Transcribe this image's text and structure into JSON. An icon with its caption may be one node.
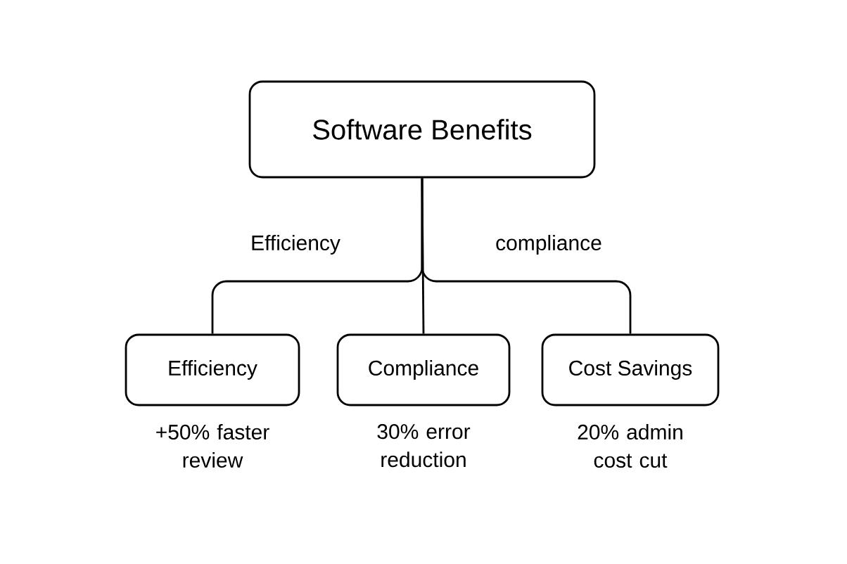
{
  "diagram": {
    "nodes": [
      {
        "text": [
          "Software Benefits"
        ]
      },
      {
        "text": [
          "Efficiency"
        ],
        "beside": [
          "+50% faster review"
        ]
      },
      {
        "text": [
          "Compliance"
        ],
        "beside": [
          "30% error reduction"
        ]
      },
      {
        "text": [
          "Cost Savings"
        ],
        "beside": [
          "20% admin cost cut"
        ]
      }
    ],
    "edges": [
      {
        "from": 0,
        "to": 1,
        "arrow": "none",
        "label": "Efficiency"
      },
      {
        "from": 0,
        "to": 2,
        "arrow": "none"
      },
      {
        "from": 0,
        "to": 3,
        "arrow": "none",
        "label": "compliance"
      }
    ]
  }
}
